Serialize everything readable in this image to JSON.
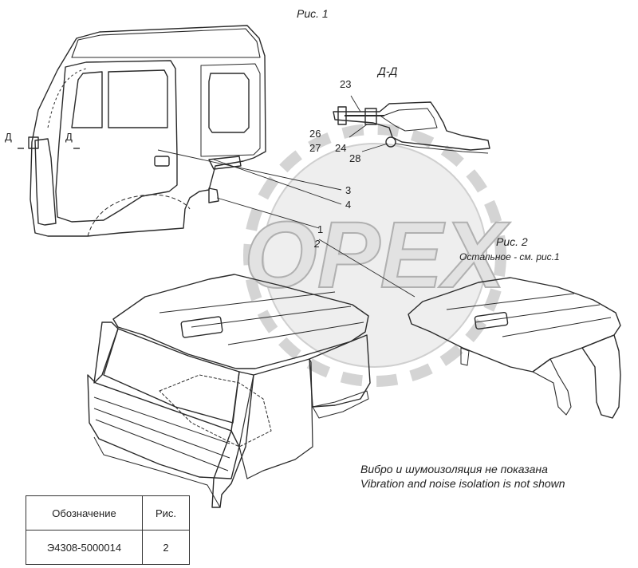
{
  "titles": {
    "fig1": "Рис. 1",
    "section": "Д-Д",
    "fig2": "Рис. 2",
    "fig2_note": "Остальное - см. рис.1"
  },
  "callouts": {
    "n23": "23",
    "n26": "26",
    "n27": "27",
    "n24": "24",
    "n28": "28",
    "n3": "3",
    "n4": "4",
    "n1": "1",
    "n2": "2",
    "d_left": "Д",
    "d_right": "Д"
  },
  "watermark": "OPEX",
  "notes": {
    "ru": "Вибро и шумоизоляция не показана",
    "en": "Vibration and noise isolation is not shown"
  },
  "table": {
    "header": [
      "Обозначение",
      "Рис."
    ],
    "rows": [
      [
        "Э4308-5000014",
        "2"
      ]
    ]
  },
  "colors": {
    "line": "#2a2a2a",
    "watermark_fill": "#e2e2e2",
    "watermark_stroke": "#b0b0b0"
  }
}
